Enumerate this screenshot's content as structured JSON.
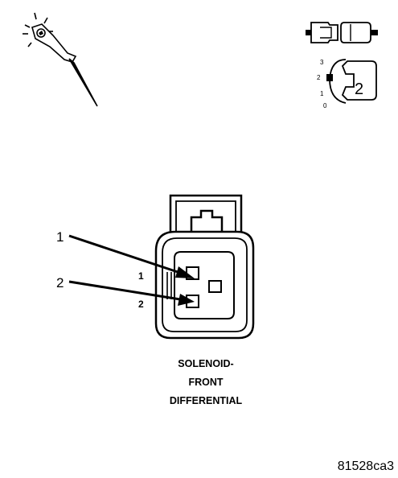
{
  "connector": {
    "title_lines": [
      "SOLENOID-",
      "FRONT",
      "DIFFERENTIAL"
    ],
    "callouts": [
      "1",
      "2"
    ],
    "cavity_labels": [
      "1",
      "2"
    ]
  },
  "figure_id": "81528ca3",
  "icons": {
    "probe": "test-probe-icon",
    "connector_pair": "connector-halves-icon",
    "gauge": "terminal-gauge-icon",
    "gauge_scale": [
      "3",
      "2",
      "1",
      "0"
    ],
    "gauge_value": "2"
  },
  "colors": {
    "ink": "#000000",
    "paper": "#ffffff"
  }
}
